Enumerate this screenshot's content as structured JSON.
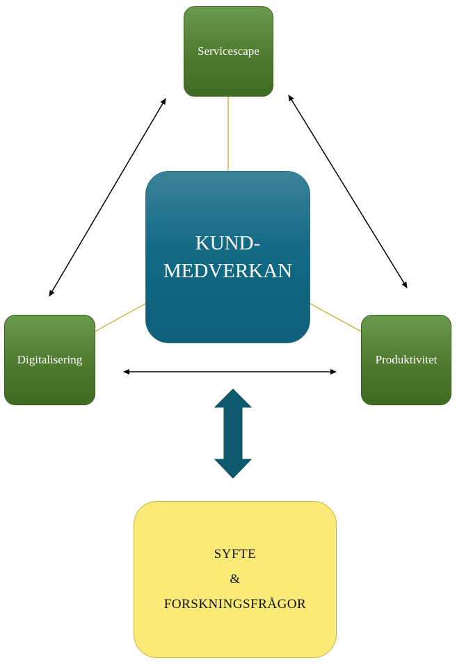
{
  "diagram": {
    "nodes": {
      "servicescape": {
        "label": "Servicescape"
      },
      "digitalisering": {
        "label": "Digitalisering"
      },
      "produktivitet": {
        "label": "Produktivitet"
      },
      "center": {
        "line1": "KUND-",
        "line2": "MEDVERKAN"
      },
      "bottom": {
        "line1": "SYFTE",
        "line2": "&",
        "line3": "FORSKNINGSFRÅGOR"
      }
    },
    "colors": {
      "green_node": "#4f7a30",
      "center_node": "#136a85",
      "bottom_node": "#fbe978",
      "connector_line": "#c8b94a",
      "thick_arrow": "#0d5a6e"
    }
  }
}
